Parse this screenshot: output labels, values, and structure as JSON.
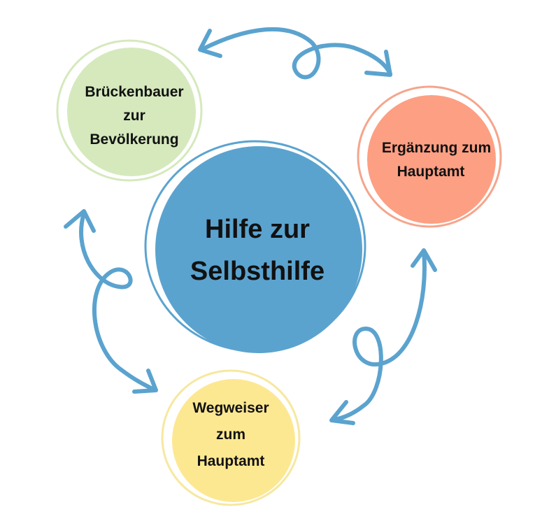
{
  "colors": {
    "arrow": "#5ba3cf",
    "center_fill": "#5ba3cf",
    "center_ring": "#5ba3cf",
    "green_fill": "#d5e9bd",
    "green_ring": "#d5e9bd",
    "orange_fill": "#fd9f83",
    "orange_ring": "#f5a58c",
    "yellow_fill": "#fde892",
    "yellow_ring": "#f6e8a0"
  },
  "center": {
    "lines": [
      "Hilfe zur",
      "Selbsthilfe"
    ]
  },
  "nodes": {
    "green": {
      "lines": [
        "Brückenbauer",
        "zur",
        "Bevölkerung"
      ]
    },
    "orange": {
      "lines": [
        "Ergänzung zum",
        "Hauptamt"
      ]
    },
    "yellow": {
      "lines": [
        "Wegweiser",
        "zum",
        "Hauptamt"
      ]
    }
  }
}
